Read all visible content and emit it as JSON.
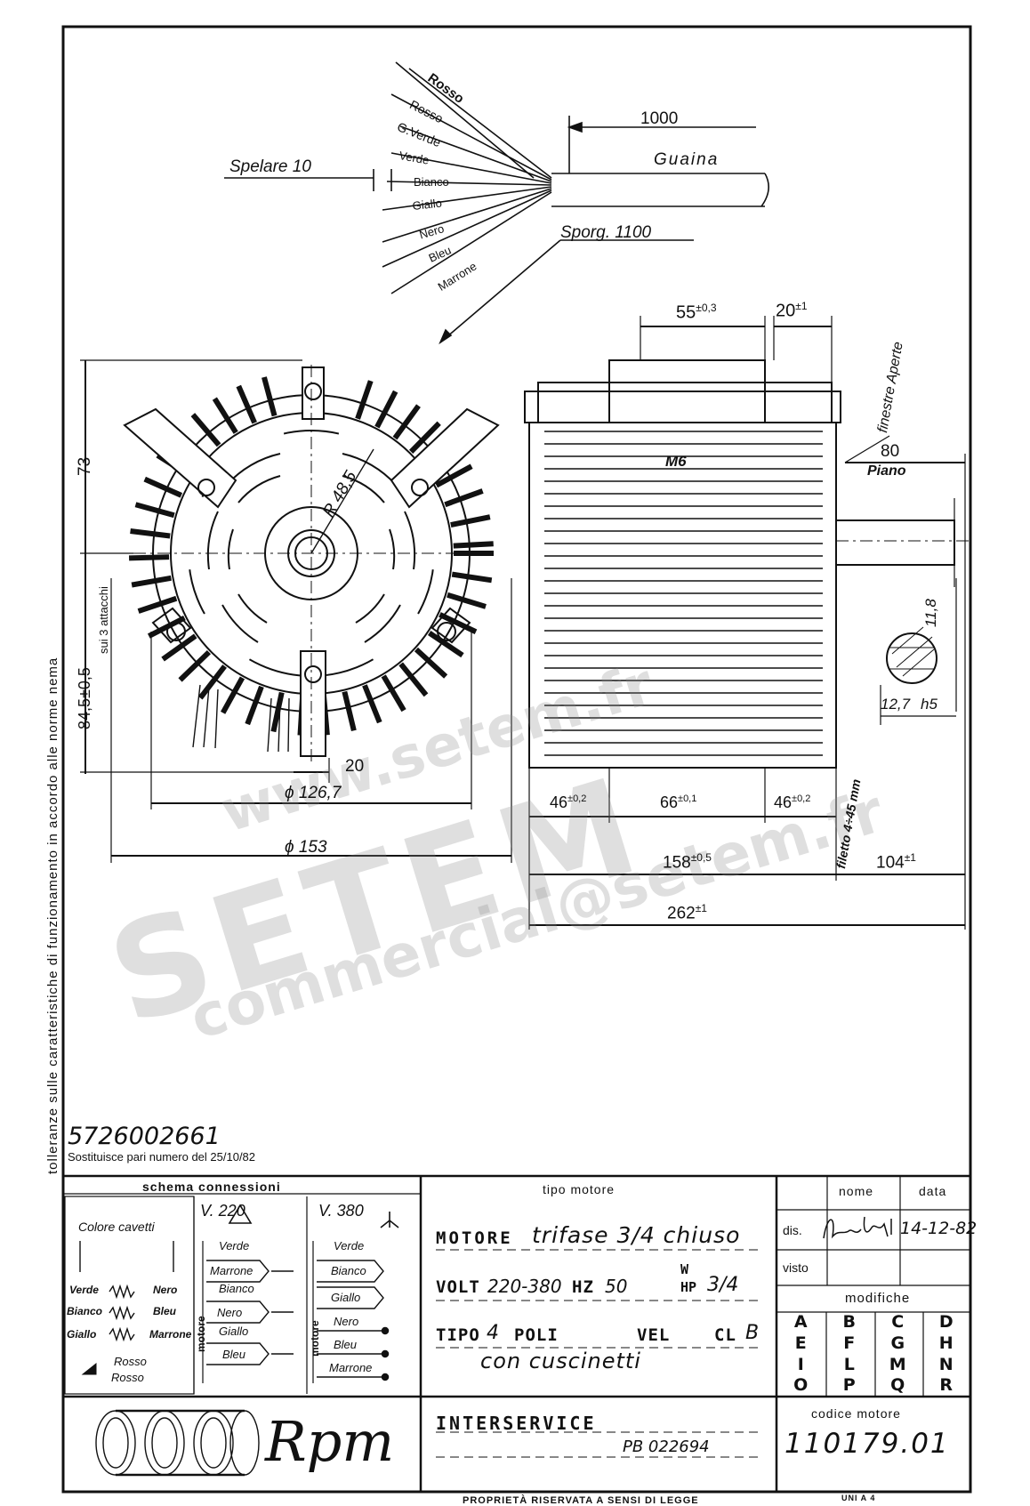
{
  "side_note": "tolleranze sulle caratteristiche di funzionamento in accordo alle norme nema",
  "cables": {
    "wires": [
      "Rosso",
      "Rosso",
      "G.Verde",
      "Verde",
      "Bianco",
      "Giallo",
      "Nero",
      "Bleu",
      "Marrone"
    ],
    "length_label": "1000",
    "sheath_label": "Guaina",
    "strip_label": "Spelare 10",
    "overhang_label": "Sporg. 1100"
  },
  "front_view": {
    "radius": "R 48,5",
    "height_top": "73",
    "height_mount": "84,5±0,5",
    "mount_note": "sui 3 attacchi",
    "offset": "20",
    "diam_inner": "ϕ 126,7",
    "diam_outer": "ϕ 153"
  },
  "side_view": {
    "dim_55": "55",
    "dim_55_tol": "±0,3",
    "dim_20": "20",
    "dim_20_tol": "±1",
    "windows": "finestre Aperte",
    "thread": "M6",
    "plane_80": "80",
    "plane_label": "Piano",
    "key_118": "11,8",
    "key_127": "12,7",
    "shaft_fit": "h5",
    "dim_46a": "46",
    "dim_46a_tol": "±0,2",
    "dim_66": "66",
    "dim_66_tol": "±0,1",
    "dim_46b": "46",
    "dim_46b_tol": "±0,2",
    "thread_note": "filetto 4÷45 mm",
    "dim_158": "158",
    "dim_158_tol": "±0,5",
    "dim_104": "104",
    "dim_104_tol": "±1",
    "dim_262": "262",
    "dim_262_tol": "±1"
  },
  "part_number": "5726002661",
  "replaces": "Sostituisce  pari numero del 25/10/82",
  "title_block": {
    "schema_title": "schema  connessioni",
    "cable_colors": "Colore cavetti",
    "v220": "V. 220",
    "v380": "V. 380",
    "left_colors_left": [
      "Verde",
      "Bianco",
      "Giallo"
    ],
    "left_colors_right": [
      "Nero",
      "Bleu",
      "Marrone"
    ],
    "rosso1": "Rosso",
    "rosso2": "Rosso",
    "motore_label": "motore",
    "v220_terms": [
      "Verde",
      "Marrone",
      "Bianco",
      "Nero",
      "Giallo",
      "Bleu"
    ],
    "v380_terms": [
      "Verde",
      "Bianco",
      "Giallo",
      "Nero",
      "Bleu",
      "Marrone"
    ],
    "tipo_motore": "tipo  motore",
    "line1_label": "MOTORE",
    "line1_value": "trifase  3/4 chiuso",
    "volt_label": "VOLT",
    "volt_value": "220-380",
    "hz_label": "HZ",
    "hz_value": "50",
    "w_label": "W",
    "hp_label": "HP",
    "hp_value": "3/4",
    "tipo_label": "TIPO",
    "tipo_value": "4",
    "poli_label": "POLI",
    "vel_label": "VEL",
    "cl_label": "CL",
    "cl_value": "B",
    "bearings": "con cuscinetti",
    "customer": "INTERSERVICE",
    "pb": "PB 022694",
    "nome": "nome",
    "data": "data",
    "dis": "dis.",
    "dis_date": "14-12-82",
    "visto": "visto",
    "modifiche": "modifiche",
    "mod_letters": [
      "A",
      "B",
      "C",
      "D",
      "E",
      "F",
      "G",
      "H",
      "I",
      "L",
      "M",
      "N",
      "O",
      "P",
      "Q",
      "R"
    ],
    "codice_label": "codice  motore",
    "codice_value": "110179.01",
    "brand": "Rpm",
    "footer": "PROPRIETÀ RISERVATA A SENSI DI LEGGE",
    "footer_right": "UNI A 4"
  },
  "watermark": {
    "brand": "SETEM",
    "site": "www.setem.fr",
    "email": "commercial@setem.fr"
  }
}
